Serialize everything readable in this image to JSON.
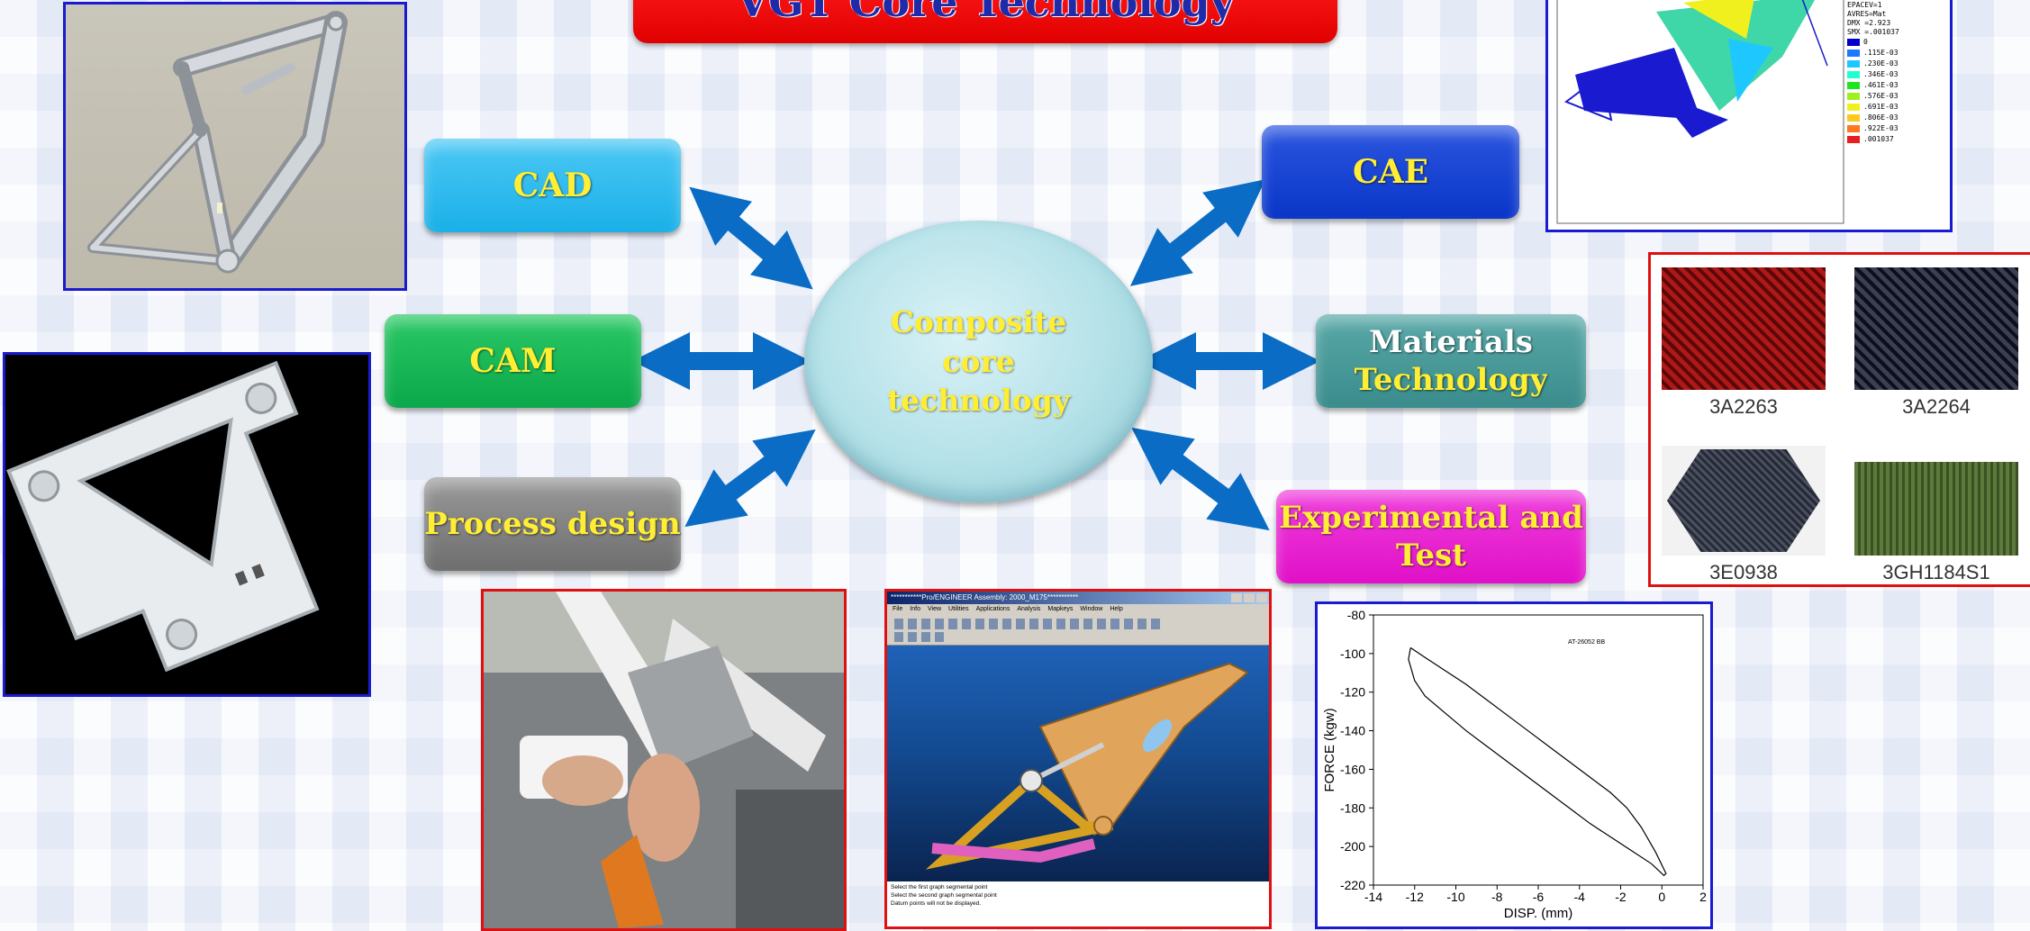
{
  "title": "VGT Core Technology",
  "center": {
    "label": "Composite\ncore\ntechnology"
  },
  "nodes": {
    "cad": "CAD",
    "cam": "CAM",
    "process": "Process design",
    "cae": "CAE",
    "materials": "Materials\nTechnology",
    "experimental": "Experimental and\nTest"
  },
  "colors": {
    "title_bg": "#e00000",
    "title_text": "#1e2aa8",
    "cad": "#1ab0e8",
    "cam": "#0aa84a",
    "process": "#7a7a7a",
    "cae": "#0a36c8",
    "materials": "#3a8c8c",
    "experimental": "#e010c8",
    "arrows": "#0a6cc4"
  },
  "cae_legend": {
    "header": [
      "EPACEV=1",
      "AVRES=Mat",
      "DMX =2.923",
      "SMX =.001037"
    ],
    "values": [
      "0",
      ".115E-03",
      ".230E-03",
      ".346E-03",
      ".461E-03",
      ".576E-03",
      ".691E-03",
      ".806E-03",
      ".922E-03",
      ".001037"
    ],
    "colors": [
      "#0000c8",
      "#1e78ff",
      "#1ec8ff",
      "#1effd2",
      "#1ee61e",
      "#a0f01e",
      "#f0f01e",
      "#ffc81e",
      "#ff781e",
      "#e61e1e"
    ]
  },
  "materials": {
    "swatches": [
      "3A2263",
      "3A2264",
      "3E0938",
      "3GH1184S1"
    ]
  },
  "cad_window": {
    "title": "***********Pro/ENGINEER Assembly: 2000_M175***********",
    "menu": [
      "File",
      "Info",
      "View",
      "Utilities",
      "Applications",
      "Analysis",
      "Mapkeys",
      "Window",
      "Help"
    ],
    "messages": [
      "Select the first graph segmental point",
      "Select the second graph segmental point",
      "Datum points will not be displayed."
    ]
  },
  "chart_data": {
    "type": "line",
    "title": "",
    "xlabel": "DISP. (mm)",
    "ylabel": "FORCE (kgw)",
    "xlim": [
      -14,
      2
    ],
    "ylim": [
      -220,
      -80
    ],
    "xticks": [
      -14,
      -12,
      -10,
      -8,
      -6,
      -4,
      -2,
      0,
      2
    ],
    "yticks": [
      -80,
      -100,
      -120,
      -140,
      -160,
      -180,
      -200,
      -220
    ],
    "legend": "AT-26052 BB",
    "legend_position": "top-right",
    "grid": false,
    "series": [
      {
        "name": "AT-26052 BB",
        "x": [
          -12.2,
          -11.5,
          -10.5,
          -9.5,
          -8.5,
          -7.5,
          -6.5,
          -5.5,
          -4.5,
          -3.5,
          -2.5,
          -1.7,
          -1.0,
          -0.3,
          0.2,
          0.1,
          -0.5,
          -1.5,
          -2.5,
          -3.5,
          -4.5,
          -5.5,
          -6.5,
          -7.5,
          -8.5,
          -9.5,
          -10.5,
          -11.5,
          -12.0,
          -12.3,
          -12.2
        ],
        "y": [
          -97,
          -102,
          -109,
          -116,
          -124,
          -132,
          -140,
          -148,
          -156,
          -164,
          -172,
          -180,
          -190,
          -203,
          -214,
          -215,
          -209,
          -202,
          -195,
          -188,
          -180,
          -172,
          -164,
          -156,
          -148,
          -140,
          -131,
          -122,
          -114,
          -103,
          -97
        ]
      }
    ]
  }
}
